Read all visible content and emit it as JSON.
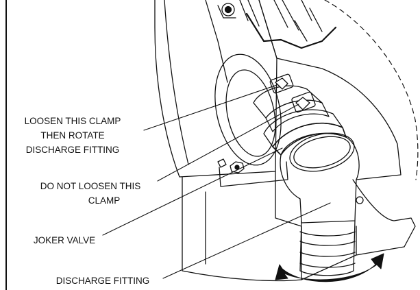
{
  "callouts": {
    "clamp_loosen": {
      "line1": "LOOSEN THIS CLAMP",
      "line2": "THEN ROTATE",
      "line3": "DISCHARGE FITTING"
    },
    "clamp_keep": {
      "line1": "DO NOT LOOSEN THIS",
      "line2": "CLAMP"
    },
    "joker_valve": "JOKER VALVE",
    "discharge_fitting": "DISCHARGE FITTING"
  },
  "colors": {
    "line": "#111111",
    "background": "#ffffff",
    "shade": "#d9d9d9"
  },
  "icons": {
    "rotation_arrow": "double-headed-curved-arrow"
  }
}
